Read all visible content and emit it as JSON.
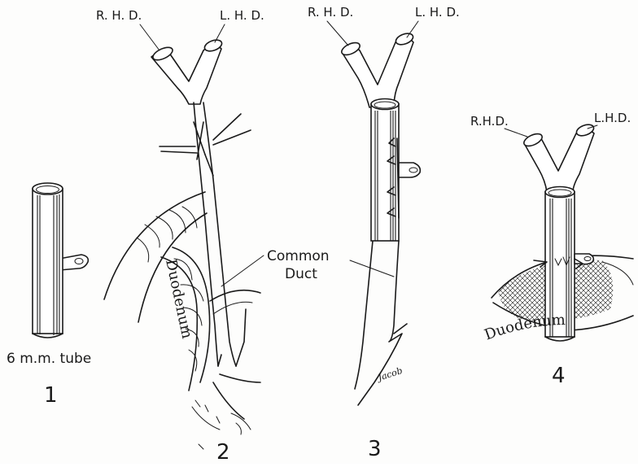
{
  "labels": {
    "rhd": "R. H. D.",
    "lhd": "L. H. D.",
    "rhd_compact": "R.H.D.",
    "lhd_compact": "L.H.D.",
    "tube_caption": "6 m.m. tube",
    "common_duct_line1": "Common",
    "common_duct_line2": "Duct",
    "duodenum_vertical": "Duodenum",
    "duodenum_curved": "Duodenum",
    "signature": "Jacob"
  },
  "figure_numbers": [
    "1",
    "2",
    "3",
    "4"
  ],
  "colors": {
    "ink": "#1a1a1a",
    "paper": "#fdfdfc"
  }
}
